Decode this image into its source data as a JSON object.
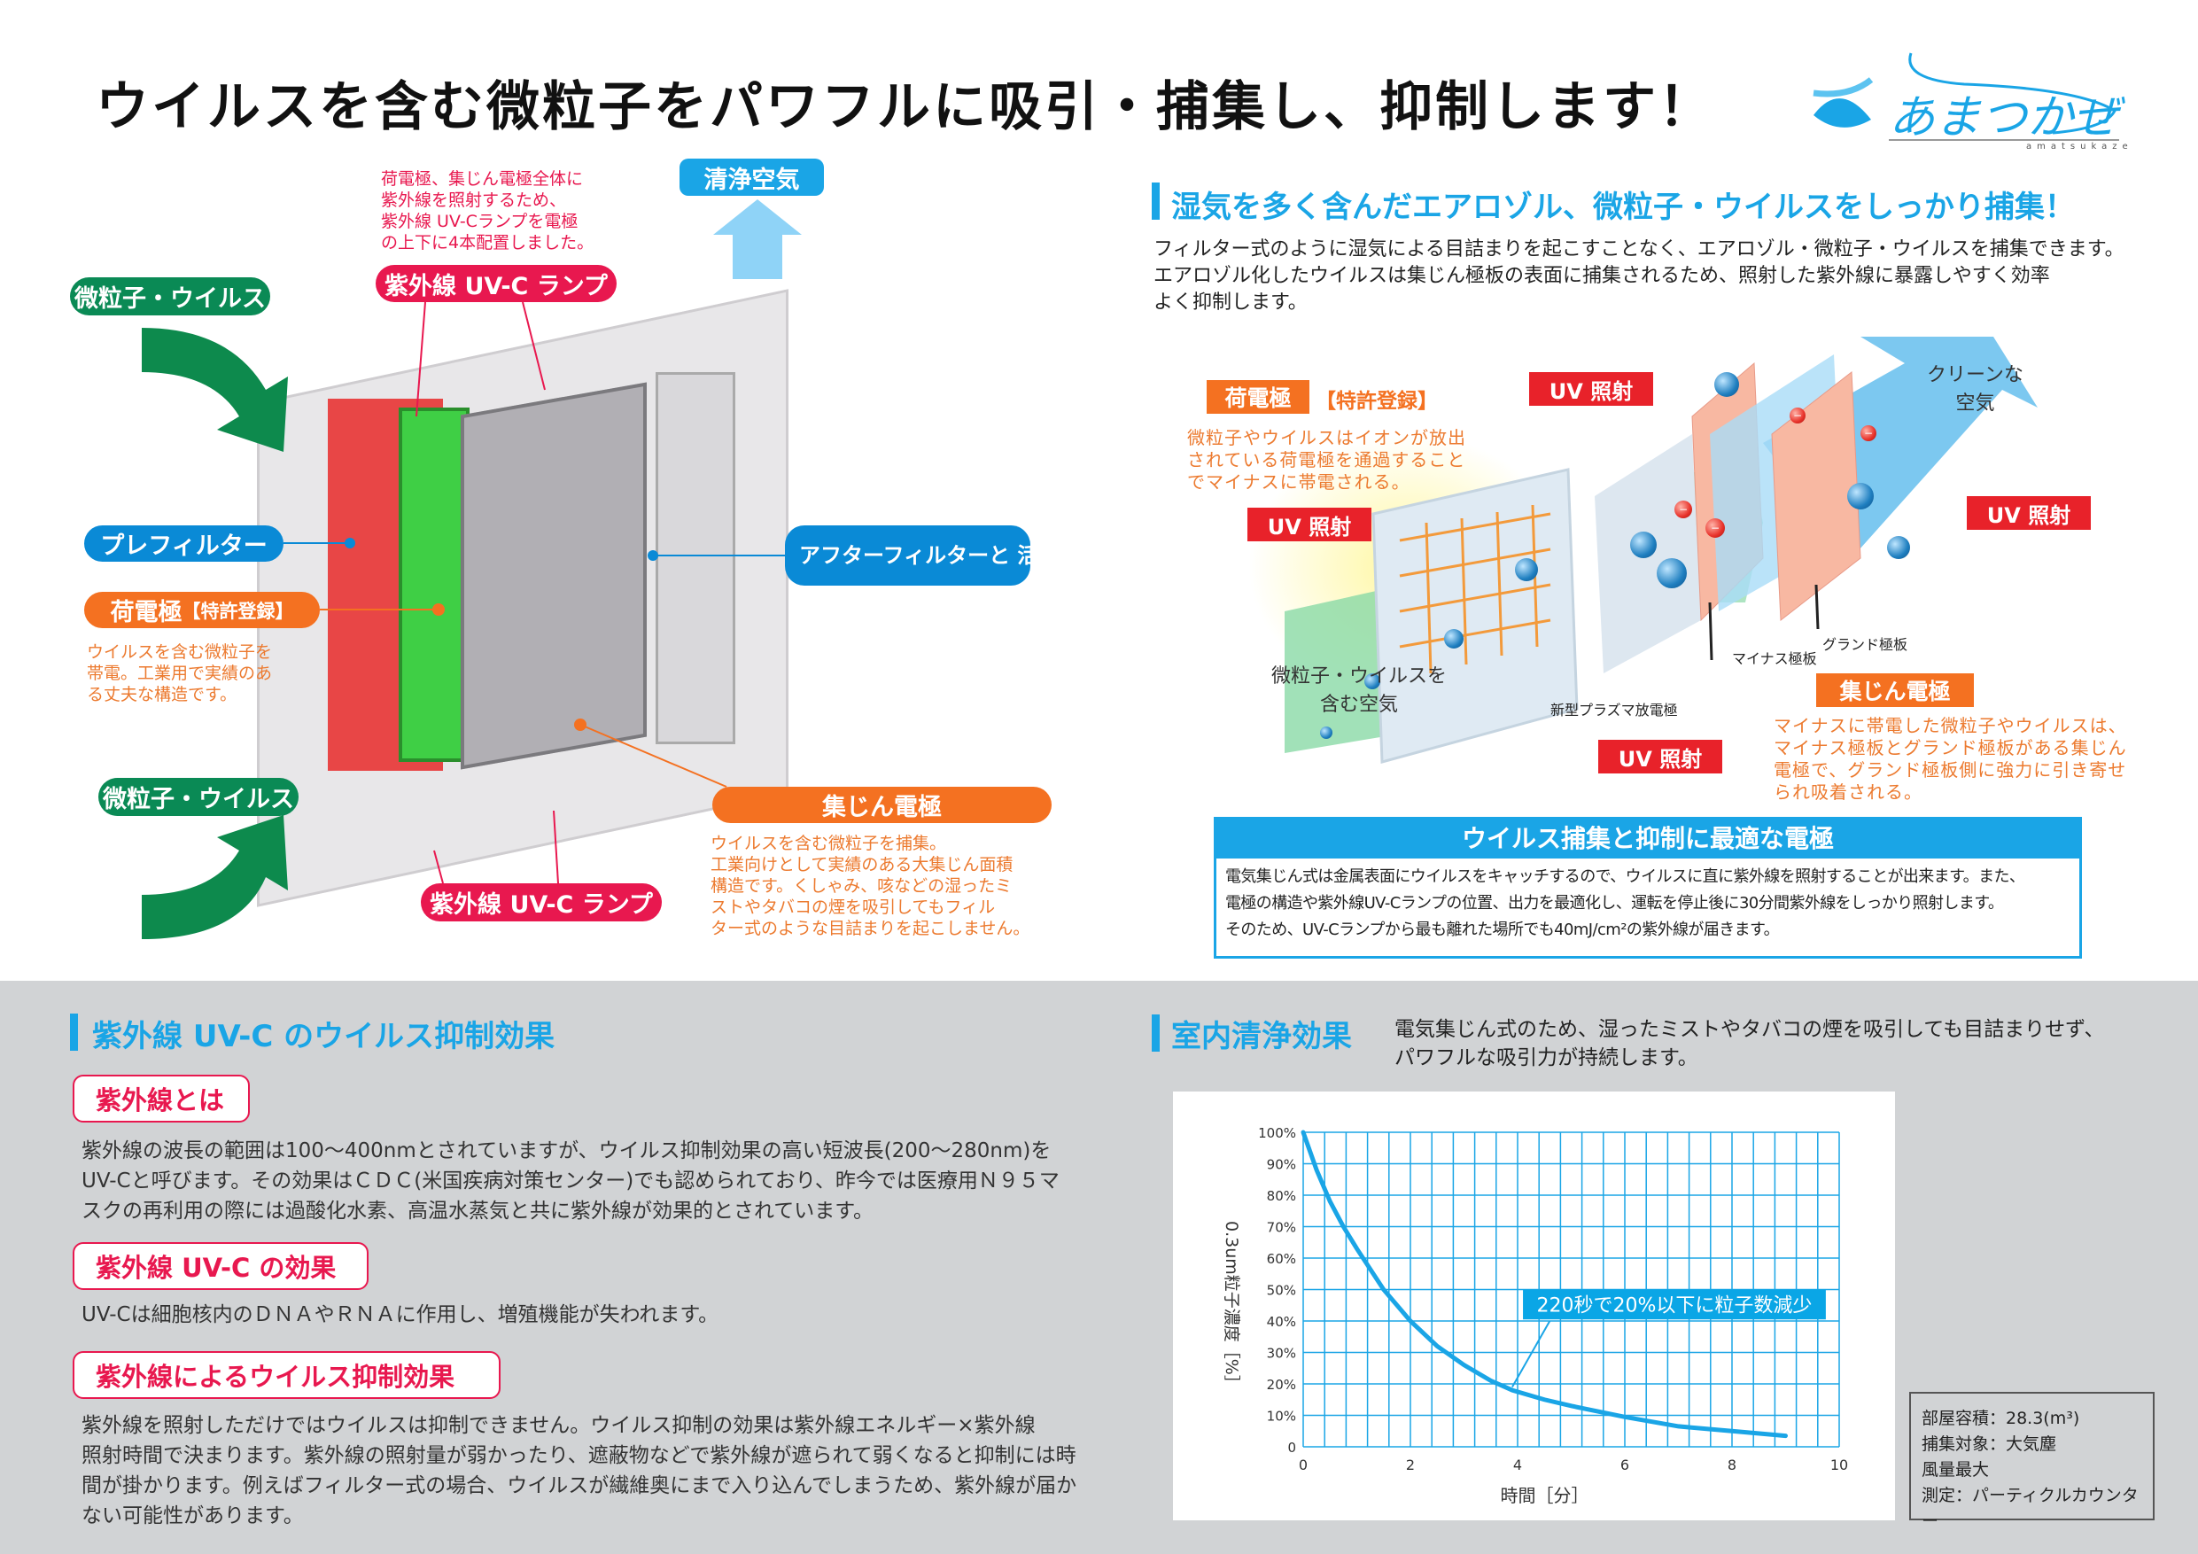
{
  "title": "ウイルスを含む微粒子をパワフルに吸引・捕集し、抑制します！",
  "logo": {
    "text": "あまつかぜ",
    "sub": "amatsukaze"
  },
  "left_diagram": {
    "clean_air": "清浄空気",
    "lamp_note": "荷電極、集じん電極全体に\n紫外線を照射するため、\n紫外線 UV-Cランプを電極\nの上下に4本配置しました。",
    "lamp_top": "紫外線 UV-C ランプ",
    "particles_top": "微粒子・ウイルス",
    "prefilter": "プレフィルター",
    "charge_electrode": "荷電極",
    "charge_patent": "【特許登録】",
    "charge_note": "ウイルスを含む微粒子を\n帯電。工業用で実績のあ\nる丈夫な構造です。",
    "after_filter": "アフターフィルターと\n活性炭フィルター",
    "particles_bottom": "微粒子・ウイルス",
    "collector": "集じん電極",
    "collector_note": "ウイルスを含む微粒子を捕集。\n工業向けとして実績のある大集じん面積\n構造です。くしゃみ、咳などの湿ったミ\nストやタバコの煙を吸引してもフィル\nター式のような目詰まりを起こしません。",
    "lamp_bottom": "紫外線 UV-C ランプ"
  },
  "right_top": {
    "heading": "湿気を多く含んだエアロゾル、微粒子・ウイルスをしっかり捕集！",
    "paragraph": "フィルター式のように湿気による目詰まりを起こすことなく、エアロゾル・微粒子・ウイルスを捕集できます。\nエアロゾル化したウイルスは集じん極板の表面に捕集されるため、照射した紫外線に暴露しやすく効率\nよく抑制します。",
    "diagram": {
      "charge_label": "荷電極",
      "charge_patent": "【特許登録】",
      "charge_note": "微粒子やウイルスはイオンが放出\nされている荷電極を通過すること\nでマイナスに帯電される。",
      "uv1": "UV 照射",
      "uv2": "UV 照射",
      "uv3": "UV 照射",
      "uv4": "UV 照射",
      "clean_air": "クリーンな\n空気",
      "input_air": "微粒子・ウイルスを\n含む空気",
      "plasma": "新型プラズマ放電極",
      "minus_plate": "マイナス極板",
      "ground_plate": "グランド極板",
      "collector_label": "集じん電極",
      "collector_note": "マイナスに帯電した微粒子やウイルスは、\nマイナス極板とグランド極板がある集じん\n電極で、グランド極板側に強力に引き寄せ\nられ吸着される。",
      "minus_sign": "−"
    },
    "box": {
      "title": "ウイルス捕集と抑制に最適な電極",
      "text": "電気集じん式は金属表面にウイルスをキャッチするので、ウイルスに直に紫外線を照射することが出来ます。また、\n電極の構造や紫外線UV-Cランプの位置、出力を最適化し、運転を停止後に30分間紫外線をしっかり照射します。\nそのため、UV-Cランプから最も離れた場所でも40mJ/cm²の紫外線が届きます。"
    }
  },
  "uvc_section": {
    "heading": "紫外線 UV-C のウイルス抑制効果",
    "items": [
      {
        "title": "紫外線とは",
        "text": "紫外線の波長の範囲は100〜400nmとされていますが、ウイルス抑制効果の高い短波長(200〜280nm)を\nUV-Cと呼びます。その効果はＣＤＣ(米国疾病対策センター)でも認められており、昨今では医療用Ｎ９５マ\nスクの再利用の際には過酸化水素、高温水蒸気と共に紫外線が効果的とされています。"
      },
      {
        "title": "紫外線 UV-C の効果",
        "text": "UV-Cは細胞核内のＤＮＡやＲＮＡに作用し、増殖機能が失われます。"
      },
      {
        "title": "紫外線によるウイルス抑制効果",
        "text": "紫外線を照射しただけではウイルスは抑制できません。ウイルス抑制の効果は紫外線エネルギー×紫外線\n照射時間で決まります。紫外線の照射量が弱かったり、遮蔽物などで紫外線が遮られて弱くなると抑制には時\n間が掛かります。例えばフィルター式の場合、ウイルスが繊維奥にまで入り込んでしまうため、紫外線が届か\nない可能性があります。"
      }
    ]
  },
  "indoor_section": {
    "heading": "室内清浄効果",
    "text": "電気集じん式のため、湿ったミストやタバコの煙を吸引しても目詰まりせず、\nパワフルな吸引力が持続します。",
    "conditions": [
      "部屋容積：28.3(m³)",
      "捕集対象：大気塵",
      "風量最大",
      "測定：パーティクルカウンター"
    ]
  },
  "chart_data": {
    "type": "line",
    "xlabel": "時間［分］",
    "ylabel": "0.3um粒子濃度［%］",
    "xlim": [
      0,
      10
    ],
    "ylim": [
      0,
      100
    ],
    "xticks": [
      "0",
      "2",
      "4",
      "6",
      "8",
      "10"
    ],
    "yticks": [
      "0",
      "10%",
      "20%",
      "30%",
      "40%",
      "50%",
      "60%",
      "70%",
      "80%",
      "90%",
      "100%"
    ],
    "grid": true,
    "annotation": "220秒で20%以下に粒子数減少",
    "series": [
      {
        "name": "粒子濃度",
        "x": [
          0,
          0.25,
          0.5,
          0.75,
          1,
          1.5,
          2,
          2.5,
          3,
          3.5,
          3.9,
          4.5,
          5,
          6,
          7,
          8,
          9
        ],
        "y": [
          100,
          88,
          78,
          70,
          63,
          50,
          40,
          32,
          26,
          21,
          18,
          15,
          13,
          9.5,
          6.5,
          5,
          3.5
        ]
      }
    ],
    "color": "#1aa5e6"
  },
  "colors": {
    "accent": "#1aa5e6",
    "red": "#e8184f",
    "orange": "#f47121",
    "green": "#0a8a55"
  }
}
